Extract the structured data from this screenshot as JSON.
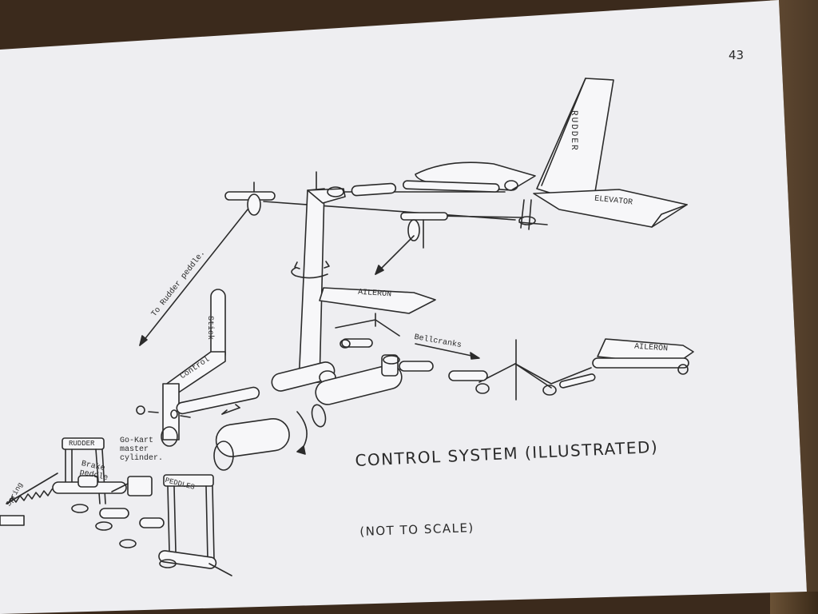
{
  "page": {
    "number": "43",
    "title": "CONTROL SYSTEM (ILLUSTRATED)",
    "subtitle": "(NOT TO SCALE)"
  },
  "labels": {
    "rudder": "RUDDER",
    "elevator": "ELEVATOR",
    "aileron_left": "AILERON",
    "aileron_right": "AILERON",
    "bellcranks": "Bellcranks",
    "to_rudder_peddle": "To Rudder peddle.",
    "control_stick_upper": "Stick",
    "control_stick_lower": "Control",
    "go_kart_line1": "Go-Kart",
    "go_kart_line2": "master",
    "go_kart_line3": "cylinder.",
    "rudder_plate": "RUDDER",
    "brake_line1": "Brake",
    "brake_line2": "peddle",
    "peddles_plate": "PEDDLES",
    "spring": "Spring"
  },
  "colors": {
    "paper": "#eeeef1",
    "ink": "#2b2b2b",
    "background": "#3b2a1c"
  }
}
